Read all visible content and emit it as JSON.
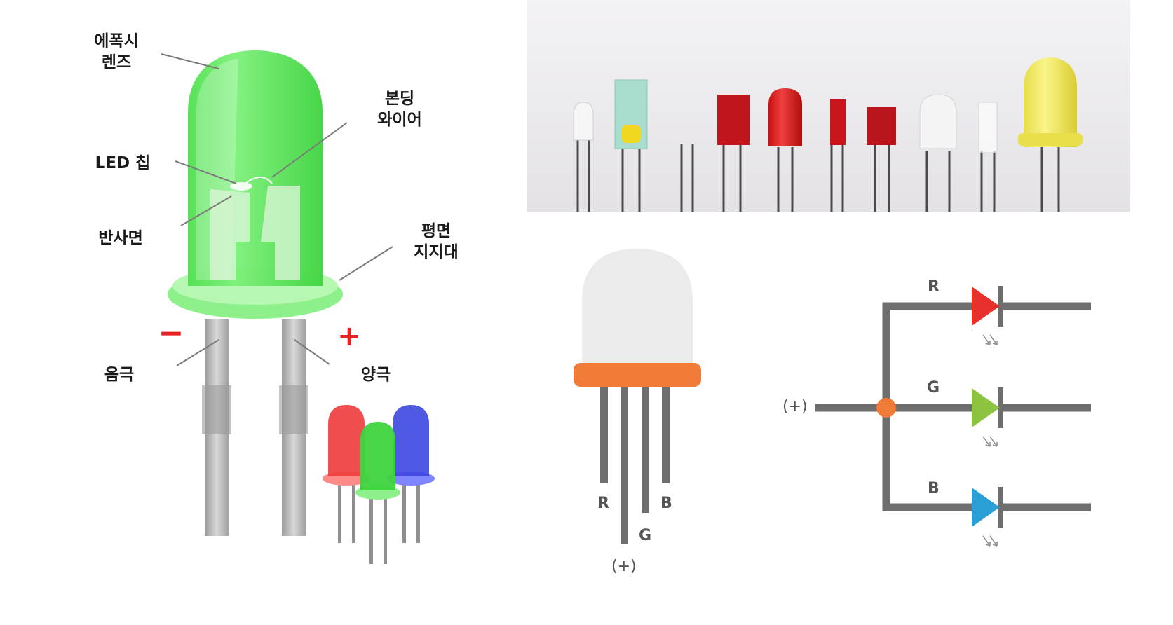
{
  "led_anatomy": {
    "labels": {
      "epoxy_lens": [
        "에폭시",
        "렌즈"
      ],
      "bonding_wire": [
        "본딩",
        "와이어"
      ],
      "led_chip": "LED 칩",
      "reflector": "반사면",
      "flat_spot": [
        "평면",
        "지지대"
      ],
      "cathode": "음극",
      "anode": "양극",
      "minus_sign": "−",
      "plus_sign": "+"
    },
    "colors": {
      "lens": "#5ee35e",
      "minus": "#e52222",
      "plus": "#e52222"
    }
  },
  "rgb_led": {
    "pins": {
      "r": "R",
      "b": "B",
      "g": "G",
      "common": "(+)"
    },
    "colors": {
      "dome": "#ebebeb",
      "flange": "#f07a37",
      "leg": "#6e6e6e"
    }
  },
  "schematic": {
    "input_label": "(+)",
    "channels": [
      {
        "label": "R",
        "color": "#e8302d"
      },
      {
        "label": "G",
        "color": "#8cc33f"
      },
      {
        "label": "B",
        "color": "#2a9fd6"
      }
    ],
    "junction_color": "#f07a37",
    "wire_color": "#6e6e6e"
  },
  "photo": {
    "background": "#eeecef"
  }
}
